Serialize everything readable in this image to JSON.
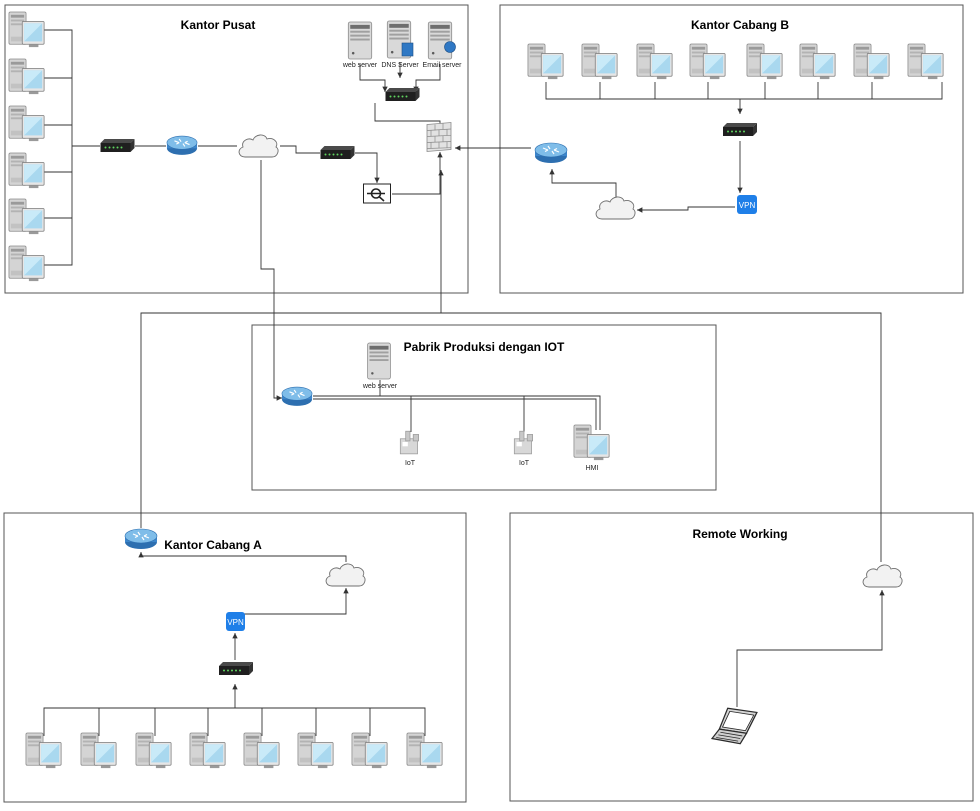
{
  "zones": {
    "pusat": "Kantor Pusat",
    "cabang_b": "Kantor Cabang B",
    "pabrik": "Pabrik Produksi dengan IOT",
    "cabang_a": "Kantor Cabang A",
    "remote": "Remote Working"
  },
  "labels": {
    "web_server": "web server",
    "dns_server": "DNS Server",
    "email_server": "Email server",
    "factory_web_server": "web server",
    "iot_1": "IoT",
    "iot_2": "IoT",
    "hmi": "HMI",
    "vpn_b": "VPN",
    "vpn_a": "VPN"
  }
}
